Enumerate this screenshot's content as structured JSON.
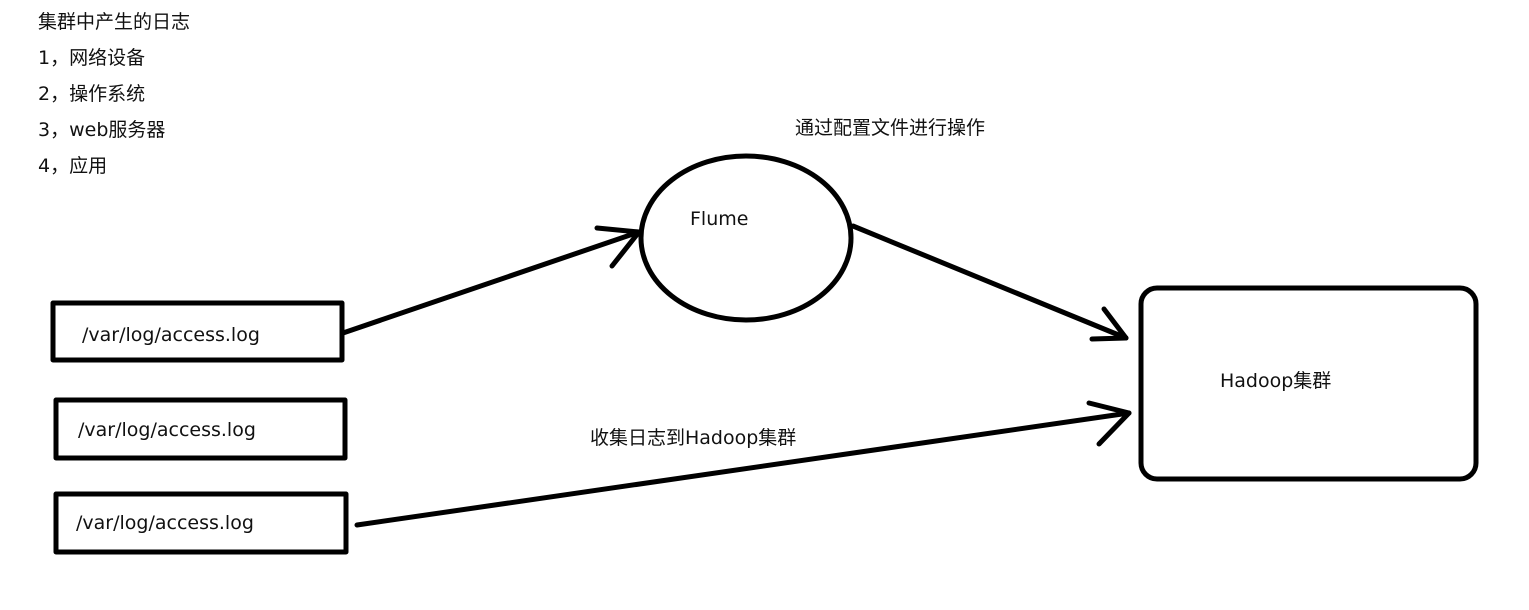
{
  "notes": {
    "title": "集群中产生的日志",
    "items": [
      "1，网络设备",
      "2，操作系统",
      "3，web服务器",
      "4，应用"
    ]
  },
  "sources": [
    "/var/log/access.log",
    "/var/log/access.log",
    "/var/log/access.log"
  ],
  "flume": {
    "label": "Flume",
    "annotation": "通过配置文件进行操作"
  },
  "hadoop": {
    "label": "Hadoop集群"
  },
  "edge_label": "收集日志到Hadoop集群"
}
